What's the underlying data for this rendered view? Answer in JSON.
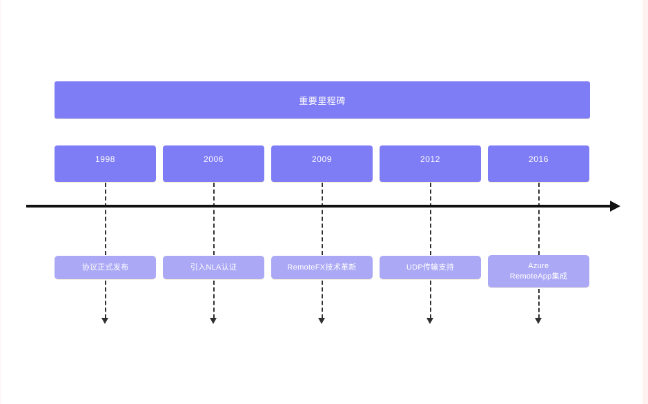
{
  "diagram": {
    "type": "timeline",
    "header": {
      "label": "重要里程碑"
    },
    "axis": {
      "direction": "left-to-right",
      "style": "solid-arrow"
    },
    "connector_style": "dashed",
    "colors": {
      "header_fill": "#7f7df5",
      "year_fill": "#7f7df5",
      "event_fill": "#aba8f5",
      "text": "#ffffff",
      "axis": "#111111",
      "page_edge": "#fdf2f0"
    },
    "milestones": [
      {
        "year": "1998",
        "event": "协议正式发布",
        "lines": 1
      },
      {
        "year": "2006",
        "event": "引入NLA认证",
        "lines": 1
      },
      {
        "year": "2009",
        "event": "RemoteFX技术革新",
        "lines": 1
      },
      {
        "year": "2012",
        "event": "UDP传输支持",
        "lines": 1
      },
      {
        "year": "2016",
        "event": "Azure\nRemoteApp集成",
        "lines": 2
      }
    ]
  }
}
